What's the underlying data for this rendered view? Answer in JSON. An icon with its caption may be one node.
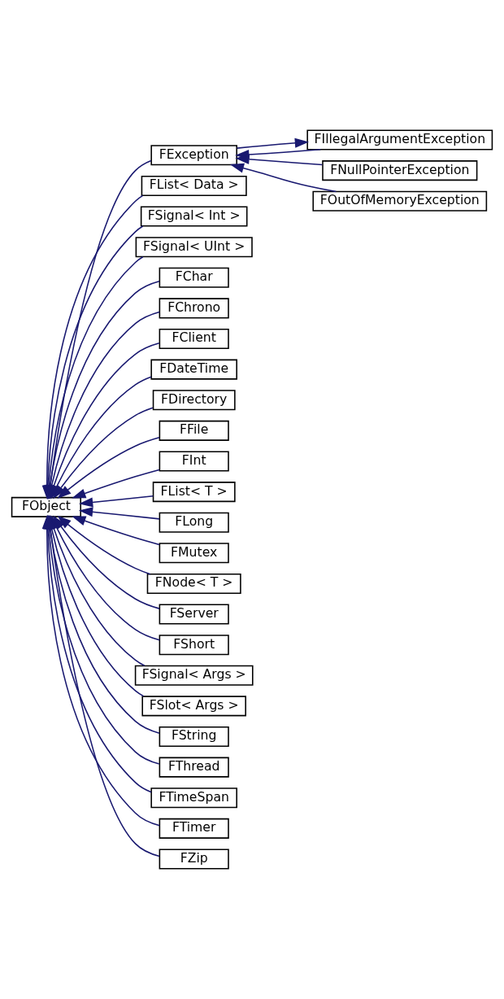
{
  "diagram": {
    "nodes": [
      {
        "text": [
          "FIllegalArgumentException"
        ]
      },
      {
        "text": [
          "FException"
        ]
      },
      {
        "text": [
          "FNullPointerException"
        ]
      },
      {
        "text": [
          "FOutOfMemoryException"
        ]
      },
      {
        "text": [
          "FList< Data >"
        ]
      },
      {
        "text": [
          "FSignal< Int >"
        ]
      },
      {
        "text": [
          "FSignal< UInt >"
        ]
      },
      {
        "text": [
          "FChar"
        ]
      },
      {
        "text": [
          "FChrono"
        ]
      },
      {
        "text": [
          "FClient"
        ]
      },
      {
        "text": [
          "FDateTime"
        ]
      },
      {
        "text": [
          "FDirectory"
        ]
      },
      {
        "text": [
          "FFile"
        ]
      },
      {
        "text": [
          "FInt"
        ]
      },
      {
        "text": [
          "FObject"
        ]
      },
      {
        "text": [
          "FList< T >"
        ]
      },
      {
        "text": [
          "FLong"
        ]
      },
      {
        "text": [
          "FMutex"
        ]
      },
      {
        "text": [
          "FNode< T >"
        ]
      },
      {
        "text": [
          "FServer"
        ]
      },
      {
        "text": [
          "FShort"
        ]
      },
      {
        "text": [
          "FSignal< Args >"
        ]
      },
      {
        "text": [
          "FSlot< Args >"
        ]
      },
      {
        "text": [
          "FString"
        ]
      },
      {
        "text": [
          "FThread"
        ]
      },
      {
        "text": [
          "FTimeSpan"
        ]
      },
      {
        "text": [
          "FTimer"
        ]
      },
      {
        "text": [
          "FZip"
        ]
      }
    ],
    "edges": [
      {
        "from": 0,
        "to": 1,
        "arrow": "to"
      },
      {
        "from": 1,
        "to": 0,
        "arrow": "to"
      },
      {
        "from": 2,
        "to": 1,
        "arrow": "to"
      },
      {
        "from": 3,
        "to": 1,
        "arrow": "to"
      },
      {
        "from": 1,
        "to": 14,
        "arrow": "to"
      },
      {
        "from": 4,
        "to": 14,
        "arrow": "to"
      },
      {
        "from": 5,
        "to": 14,
        "arrow": "to"
      },
      {
        "from": 6,
        "to": 14,
        "arrow": "to"
      },
      {
        "from": 7,
        "to": 14,
        "arrow": "to"
      },
      {
        "from": 8,
        "to": 14,
        "arrow": "to"
      },
      {
        "from": 9,
        "to": 14,
        "arrow": "to"
      },
      {
        "from": 10,
        "to": 14,
        "arrow": "to"
      },
      {
        "from": 11,
        "to": 14,
        "arrow": "to"
      },
      {
        "from": 12,
        "to": 14,
        "arrow": "to"
      },
      {
        "from": 13,
        "to": 14,
        "arrow": "to"
      },
      {
        "from": 15,
        "to": 14,
        "arrow": "to"
      },
      {
        "from": 16,
        "to": 14,
        "arrow": "to"
      },
      {
        "from": 17,
        "to": 14,
        "arrow": "to"
      },
      {
        "from": 18,
        "to": 14,
        "arrow": "to"
      },
      {
        "from": 19,
        "to": 14,
        "arrow": "to"
      },
      {
        "from": 20,
        "to": 14,
        "arrow": "to"
      },
      {
        "from": 21,
        "to": 14,
        "arrow": "to"
      },
      {
        "from": 22,
        "to": 14,
        "arrow": "to"
      },
      {
        "from": 23,
        "to": 14,
        "arrow": "to"
      },
      {
        "from": 24,
        "to": 14,
        "arrow": "to"
      },
      {
        "from": 25,
        "to": 14,
        "arrow": "to"
      },
      {
        "from": 26,
        "to": 14,
        "arrow": "to"
      },
      {
        "from": 27,
        "to": 14,
        "arrow": "to"
      }
    ]
  }
}
